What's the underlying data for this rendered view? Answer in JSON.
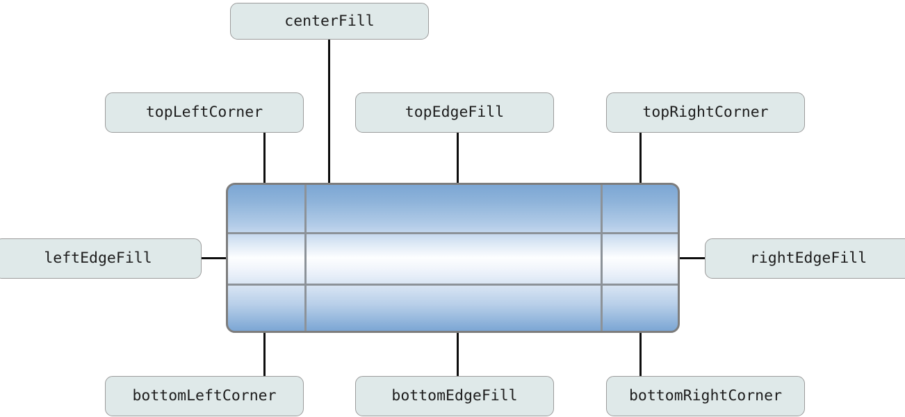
{
  "diagram": {
    "title": "Nine-part image slice callout diagram",
    "colors": {
      "label_fill": "#dfe9e9",
      "label_border": "#9b9b9b",
      "artwork_border": "#7d7d7d",
      "artwork_grid": "#8c9298",
      "artwork_gradient_edge": "#7ca6d4",
      "artwork_gradient_center": "#fdfeff",
      "connector": "#0d0d0d"
    },
    "artwork": {
      "name": "nine-part-slice-artwork",
      "columns": 3,
      "rows": 3
    },
    "callouts": [
      {
        "id": "centerFill",
        "label": "centerFill"
      },
      {
        "id": "topLeftCorner",
        "label": "topLeftCorner"
      },
      {
        "id": "topEdgeFill",
        "label": "topEdgeFill"
      },
      {
        "id": "topRightCorner",
        "label": "topRightCorner"
      },
      {
        "id": "leftEdgeFill",
        "label": "leftEdgeFill"
      },
      {
        "id": "rightEdgeFill",
        "label": "rightEdgeFill"
      },
      {
        "id": "bottomLeftCorner",
        "label": "bottomLeftCorner"
      },
      {
        "id": "bottomEdgeFill",
        "label": "bottomEdgeFill"
      },
      {
        "id": "bottomRightCorner",
        "label": "bottomRightCorner"
      }
    ]
  }
}
